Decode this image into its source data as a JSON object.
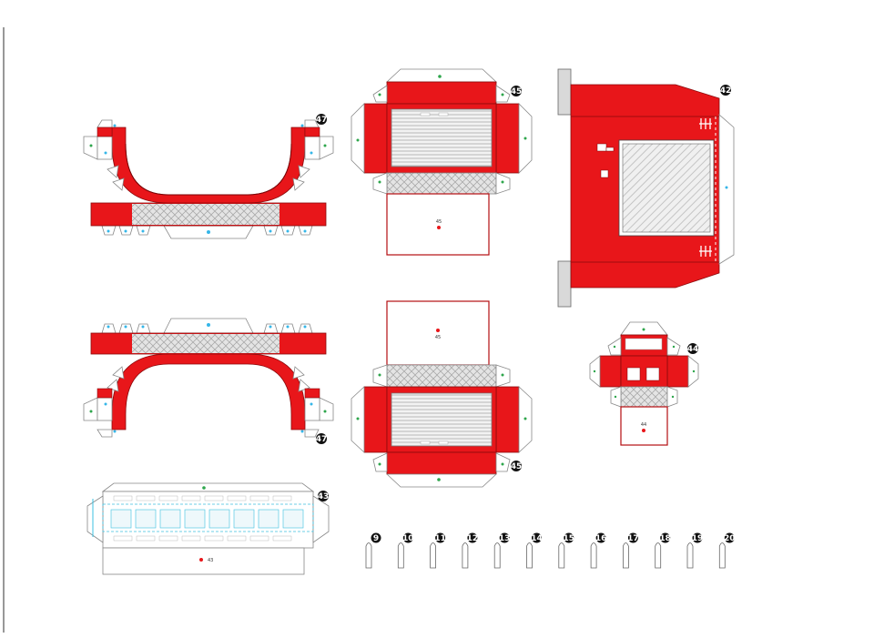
{
  "colors": {
    "red": "#e8161a",
    "darkred": "#b50d10",
    "grey": "#d9d9d9",
    "hatch": "#bdbdbd",
    "blue_dot": "#35b6e8",
    "green_dot": "#2ea64c",
    "cyan_line": "#3cc0e0"
  },
  "parts": {
    "part_47_top": "47",
    "part_47_bottom": "47",
    "part_45_top": "45",
    "part_45_bottom": "45",
    "part_42": "42",
    "part_44": "44",
    "part_43": "43",
    "tab_45_top": "45",
    "tab_45_bottom": "45",
    "tab_44": "44",
    "tab_43": "43",
    "pegs": [
      "9",
      "10",
      "11",
      "12",
      "13",
      "14",
      "15",
      "16",
      "17",
      "18",
      "19",
      "20"
    ]
  }
}
